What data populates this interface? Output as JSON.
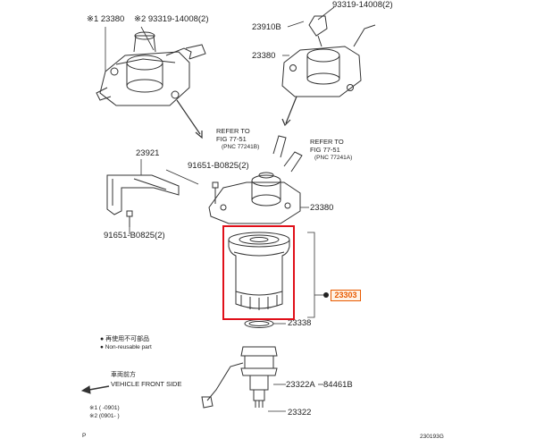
{
  "labels": {
    "top_left_part": "※1 23380",
    "top_left_bolt": "※2 93319-14008(2)",
    "top_right_bolt": "93319-14008(2)",
    "top_right_part_b": "23910B",
    "top_right_part": "23380",
    "refer_left_line1": "REFER TO",
    "refer_left_line2": "FIG 77-51",
    "refer_left_pnc": "(PNC 77241B)",
    "refer_right_line1": "REFER TO",
    "refer_right_line2": "FIG 77-51",
    "refer_right_pnc": "(PNC 77241A)",
    "bracket_part": "23921",
    "bolt_upper": "91651-B0825(2)",
    "mid_part": "23380",
    "bolt_lower": "91651-B0825(2)",
    "filter_part": "23303",
    "oring_part": "23338",
    "part_23322a": "23322A",
    "part_84461b": "84461B",
    "part_23322": "23322"
  },
  "legend": {
    "nonreusable_jp": "● 再使用不可部品",
    "nonreusable_en": "● Non-reusable part",
    "front_jp": "車両前方",
    "front_en": "VEHICLE FRONT SIDE",
    "note1": "※1 (    -0901)",
    "note2": "※2 (0901-    )",
    "page_marker": "P",
    "figure_code": "230193G"
  },
  "colors": {
    "highlight": "#e0101a",
    "callout": "#e85a00",
    "line": "#333333"
  }
}
